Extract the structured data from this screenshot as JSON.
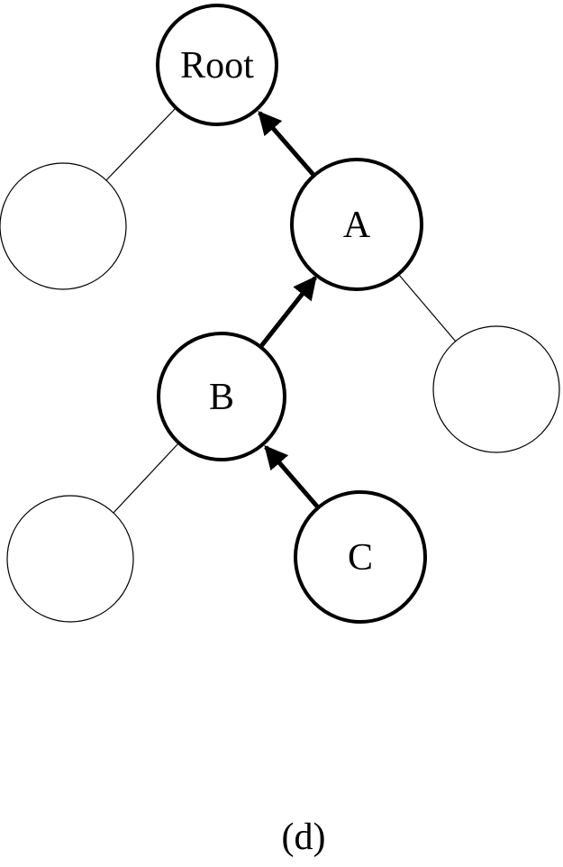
{
  "diagram": {
    "caption": "(d)",
    "nodes": [
      {
        "id": "root",
        "label": "Root"
      },
      {
        "id": "a",
        "label": "A"
      },
      {
        "id": "b",
        "label": "B"
      },
      {
        "id": "c",
        "label": "C"
      }
    ],
    "empty_nodes": 3,
    "arrows": [
      {
        "from": "C",
        "to": "B"
      },
      {
        "from": "B",
        "to": "A"
      },
      {
        "from": "A",
        "to": "Root"
      }
    ],
    "colors": {
      "stroke": "#000000",
      "fill": "#ffffff"
    }
  }
}
